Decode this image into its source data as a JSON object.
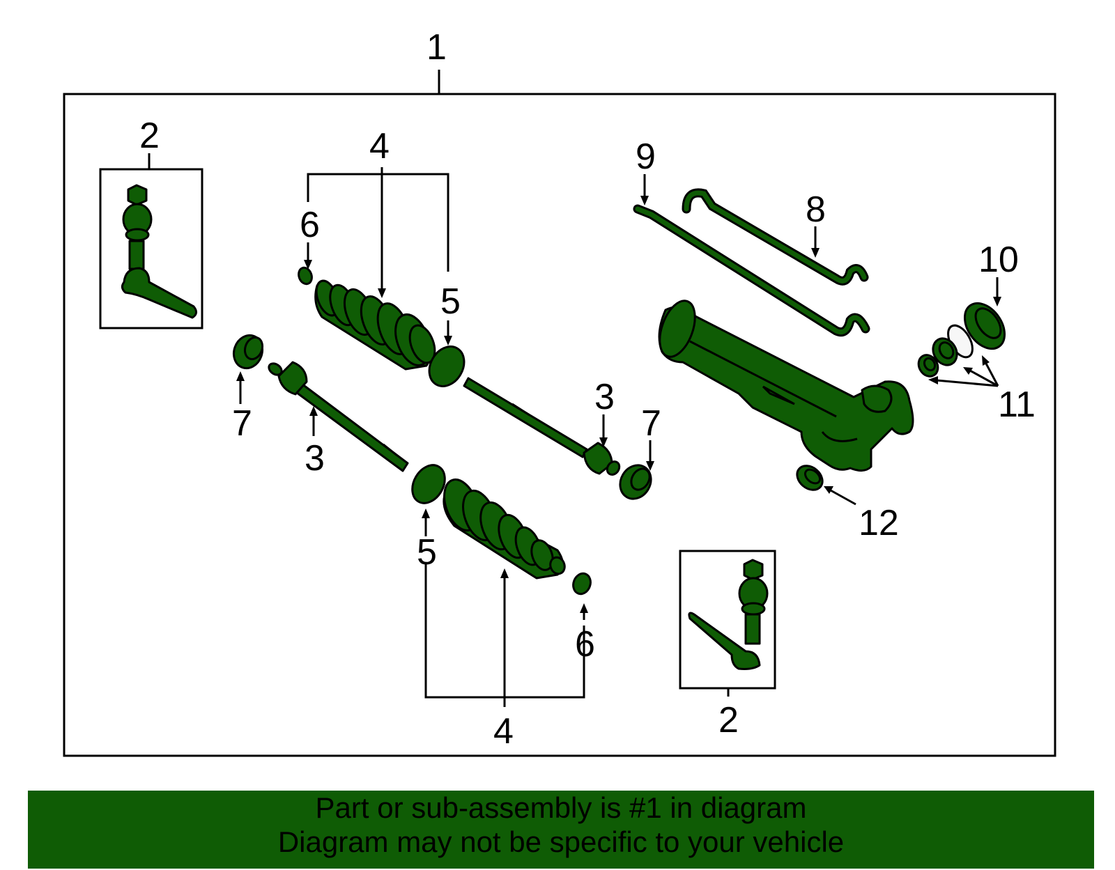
{
  "callouts": {
    "c1": "1",
    "c2_top": "2",
    "c2_bottom": "2",
    "c3_left": "3",
    "c3_right": "3",
    "c4_top": "4",
    "c4_bottom": "4",
    "c5_top": "5",
    "c5_bottom": "5",
    "c6_top": "6",
    "c6_bottom": "6",
    "c7_left": "7",
    "c7_right": "7",
    "c8": "8",
    "c9": "9",
    "c10": "10",
    "c11": "11",
    "c12": "12"
  },
  "banner": {
    "line1": "Part or sub-assembly is #1 in diagram",
    "line2": "Diagram may not be specific to your vehicle"
  },
  "colors": {
    "part_fill": "#0f5c05",
    "panel_background": "#f7f7f7",
    "outline": "#000000"
  }
}
